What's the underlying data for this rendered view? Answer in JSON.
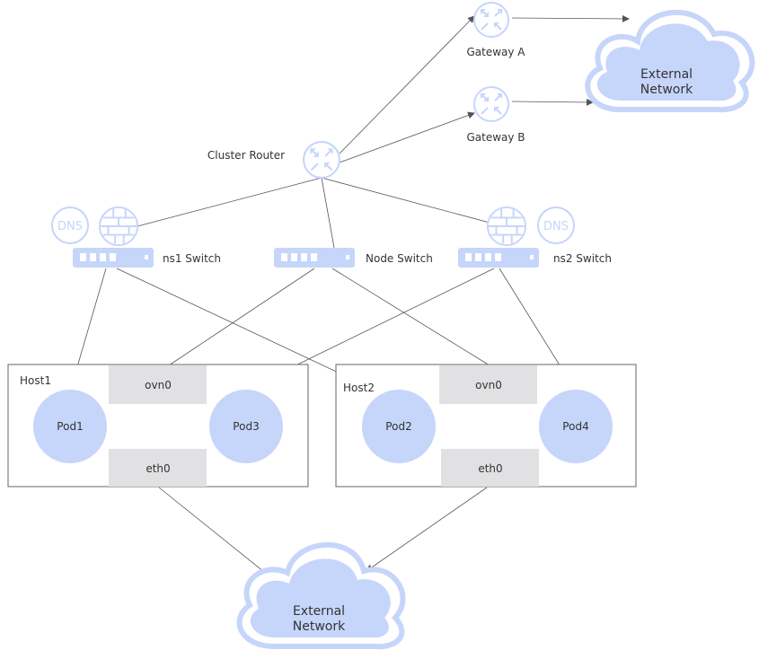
{
  "colors": {
    "accent": "#c6d5fa",
    "accent_stroke": "#b7c9f5",
    "iface": "#e1e1e3",
    "line": "#555555"
  },
  "gateways": [
    {
      "label": "Gateway A",
      "icon": "router-icon"
    },
    {
      "label": "Gateway B",
      "icon": "router-icon"
    }
  ],
  "cluster_router": {
    "label": "Cluster Router",
    "icon": "router-icon"
  },
  "clouds": {
    "top": {
      "line1": "External",
      "line2": "Network"
    },
    "bottom": {
      "line1": "External",
      "line2": "Network"
    }
  },
  "dns": [
    {
      "label": "DNS"
    },
    {
      "label": "DNS"
    }
  ],
  "switches": [
    {
      "label": "ns1 Switch",
      "icon": "switch-icon"
    },
    {
      "label": "Node Switch",
      "icon": "switch-icon"
    },
    {
      "label": "ns2 Switch",
      "icon": "switch-icon"
    }
  ],
  "hosts": [
    {
      "label": "Host1",
      "ovn": "ovn0",
      "eth": "eth0",
      "pods": [
        {
          "label": "Pod1"
        },
        {
          "label": "Pod3"
        }
      ]
    },
    {
      "label": "Host2",
      "ovn": "ovn0",
      "eth": "eth0",
      "pods": [
        {
          "label": "Pod2"
        },
        {
          "label": "Pod4"
        }
      ]
    }
  ]
}
